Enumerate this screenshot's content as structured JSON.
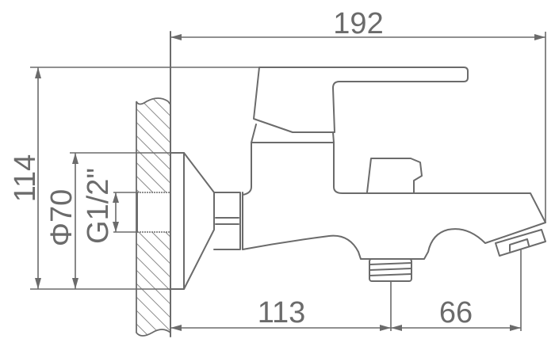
{
  "dimensions": {
    "overall_width": "192",
    "overall_height": "114",
    "escutcheon_diameter": "Φ70",
    "thread_size": "G1/2\"",
    "wall_to_outlet": "113",
    "outlet_to_spout": "66"
  },
  "line_color": "#6b6b6b"
}
